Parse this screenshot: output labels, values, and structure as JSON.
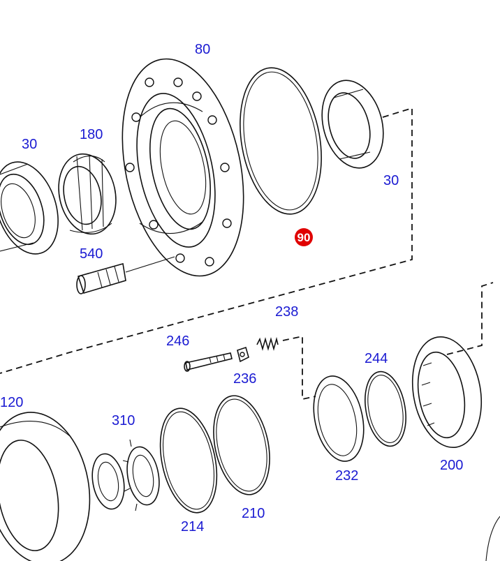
{
  "diagram": {
    "labels": [
      "80",
      "180",
      "30",
      "30",
      "90",
      "540",
      "238",
      "246",
      "236",
      "244",
      "120",
      "310",
      "232",
      "200",
      "214",
      "210"
    ],
    "highlighted_label": "90",
    "colors": {
      "label": "#1a1ad2",
      "highlight": "#e00000",
      "line": "#111111"
    }
  }
}
